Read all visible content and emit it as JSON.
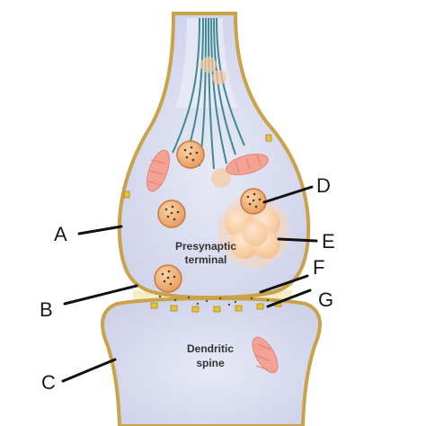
{
  "diagram": {
    "labels": {
      "a": "A",
      "b": "B",
      "c": "C",
      "d": "D",
      "e": "E",
      "f": "F",
      "g": "G"
    },
    "regions": {
      "presynaptic_line1": "Presynaptic",
      "presynaptic_line2": "terminal",
      "dendritic_line1": "Dendritic",
      "dendritic_line2": "spine"
    }
  },
  "colors": {
    "cytoplasm": "#dde0f0",
    "membrane": "#c9a24a",
    "vesicle": "#f1b079",
    "vesicle_dots": "#5a3a1a",
    "microtubule": "#3f8a93",
    "mitochondrion": "#f3a294",
    "cleft": "#f3ecc1",
    "receptor": "#e7c436",
    "leader_lines": "#111111"
  }
}
